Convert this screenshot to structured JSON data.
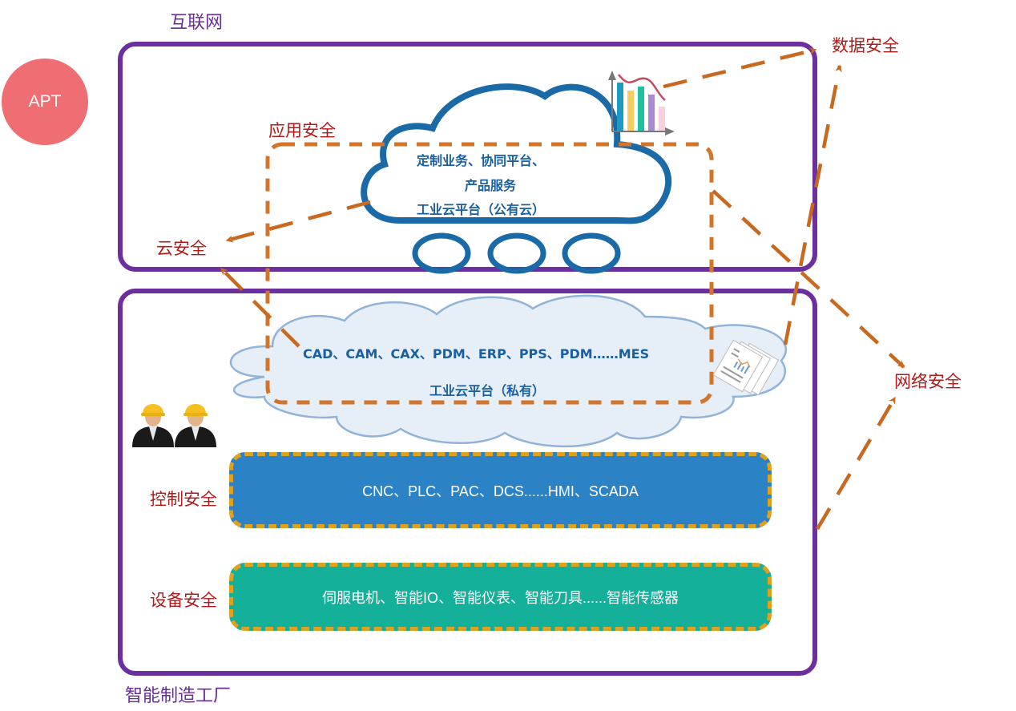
{
  "zones": {
    "internet": {
      "label": "互联网"
    },
    "factory": {
      "label": "智能制造工厂"
    }
  },
  "threat": {
    "label": "APT"
  },
  "security_labels": {
    "application": "应用安全",
    "data": "数据安全",
    "cloud": "云安全",
    "network": "网络安全",
    "control": "控制安全",
    "device": "设备安全"
  },
  "public_cloud": {
    "line1": "定制业务、协同平台、",
    "line2": "产品服务",
    "line3": "工业云平台（公有云）"
  },
  "private_cloud": {
    "systems": "CAD、CAM、CAX、PDM、ERP、PPS、PDM……MES",
    "name": "工业云平台（私有）"
  },
  "control_layer": {
    "text": "CNC、PLC、PAC、DCS......HMI、SCADA"
  },
  "device_layer": {
    "text": "伺服电机、智能IO、智能仪表、智能刀具......智能传感器"
  },
  "icons": {
    "chart": "bar-chart-icon",
    "documents": "documents-icon",
    "workers": "workers-icon"
  },
  "colors": {
    "zone_border": "#6d2e9e",
    "security_label": "#b01a1a",
    "arrow": "#c8691f",
    "public_cloud_stroke": "#1a6aa8",
    "private_cloud_fill": "#e6eef8",
    "control_fill": "#2b82c4",
    "device_fill": "#14b09a",
    "layer_dash": "#e0a21e",
    "apt_fill": "#ee6e73"
  }
}
